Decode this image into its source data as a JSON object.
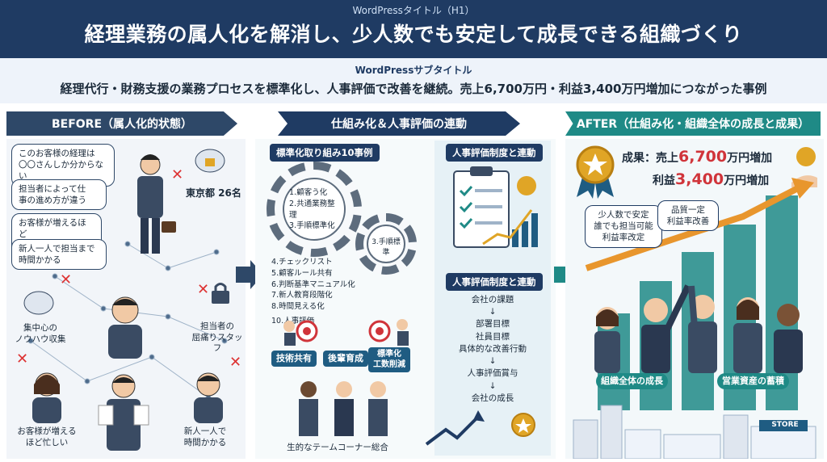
{
  "header": {
    "wp_title_label": "WordPressタイトル（H1）",
    "title": "経理業務の属人化を解消し、少人数でも安定して成長できる組織づくり"
  },
  "subheader": {
    "wp_subtitle_label": "WordPressサブタイトル",
    "subtitle": "経理代行・財務支援の業務プロセスを標準化し、人事評価で改善を継続。売上6,700万円・利益3,400万円増加につながった事例"
  },
  "sections": {
    "before": "BEFORE（属人化的状態）",
    "middle": "仕組み化＆人事評価の連動",
    "after": "AFTER（仕組み化・組織全体の成長と成果）"
  },
  "before": {
    "bubbles": [
      "このお客様の経理は\n〇〇さんしか分からない",
      "担当者によって仕\n事の進め方が違う",
      "お客様が増えるほど\n忙しい",
      "新人一人で担当まで\n時間かかる"
    ],
    "location": "東京都 26名",
    "labels": {
      "knowhow": "集中心の\nノウハウ収集",
      "staff": "担当者の\n屈痛りスタッフ",
      "busy": "お客様が増える\nほど忙しい",
      "newbie": "新人一人で\n時間かかる"
    }
  },
  "middle": {
    "std_title": "標準化取り組み10事例",
    "gear_big": [
      "1.顧客う化",
      "2.共通業務整理",
      "3.手順標準化"
    ],
    "gear_small": "3.手順標準",
    "items": [
      "4.チェックリスト",
      "5.顧客ルール共有",
      "6.判断基準マニュアル化",
      "7.新人教育段階化",
      "8.時間見える化"
    ],
    "item10": "10.人事評価",
    "tags": [
      "技術共有",
      "後輩育成",
      "標準化\n工数削減"
    ],
    "team_caption": "生的なテームコーナー総合",
    "hr_title": "人事評価制度と連動",
    "hr_title2": "人事評価制度と連動",
    "flow": [
      "会社の課題",
      "↓",
      "部署目標",
      "社員目標",
      "具体的な改善行動",
      "↓",
      "人事評価賞与",
      "↓",
      "会社の成長"
    ]
  },
  "after": {
    "result_label1": "成果：売上",
    "sales": "6,700",
    "unit": "万円増加",
    "result_label2": "利益",
    "profit": "3,400",
    "bubble_left": "少人数で安定\n誰でも担当可能\n利益率改定",
    "bubble_right": "品質一定\n利益率改善",
    "tag_growth": "組織全体の成長",
    "tag_assets": "営業資産の蓄積",
    "store": "STORE"
  },
  "colors": {
    "navy": "#1f3b63",
    "teal": "#1f8a86",
    "accent_red": "#d0343a",
    "gold": "#e0a526"
  }
}
